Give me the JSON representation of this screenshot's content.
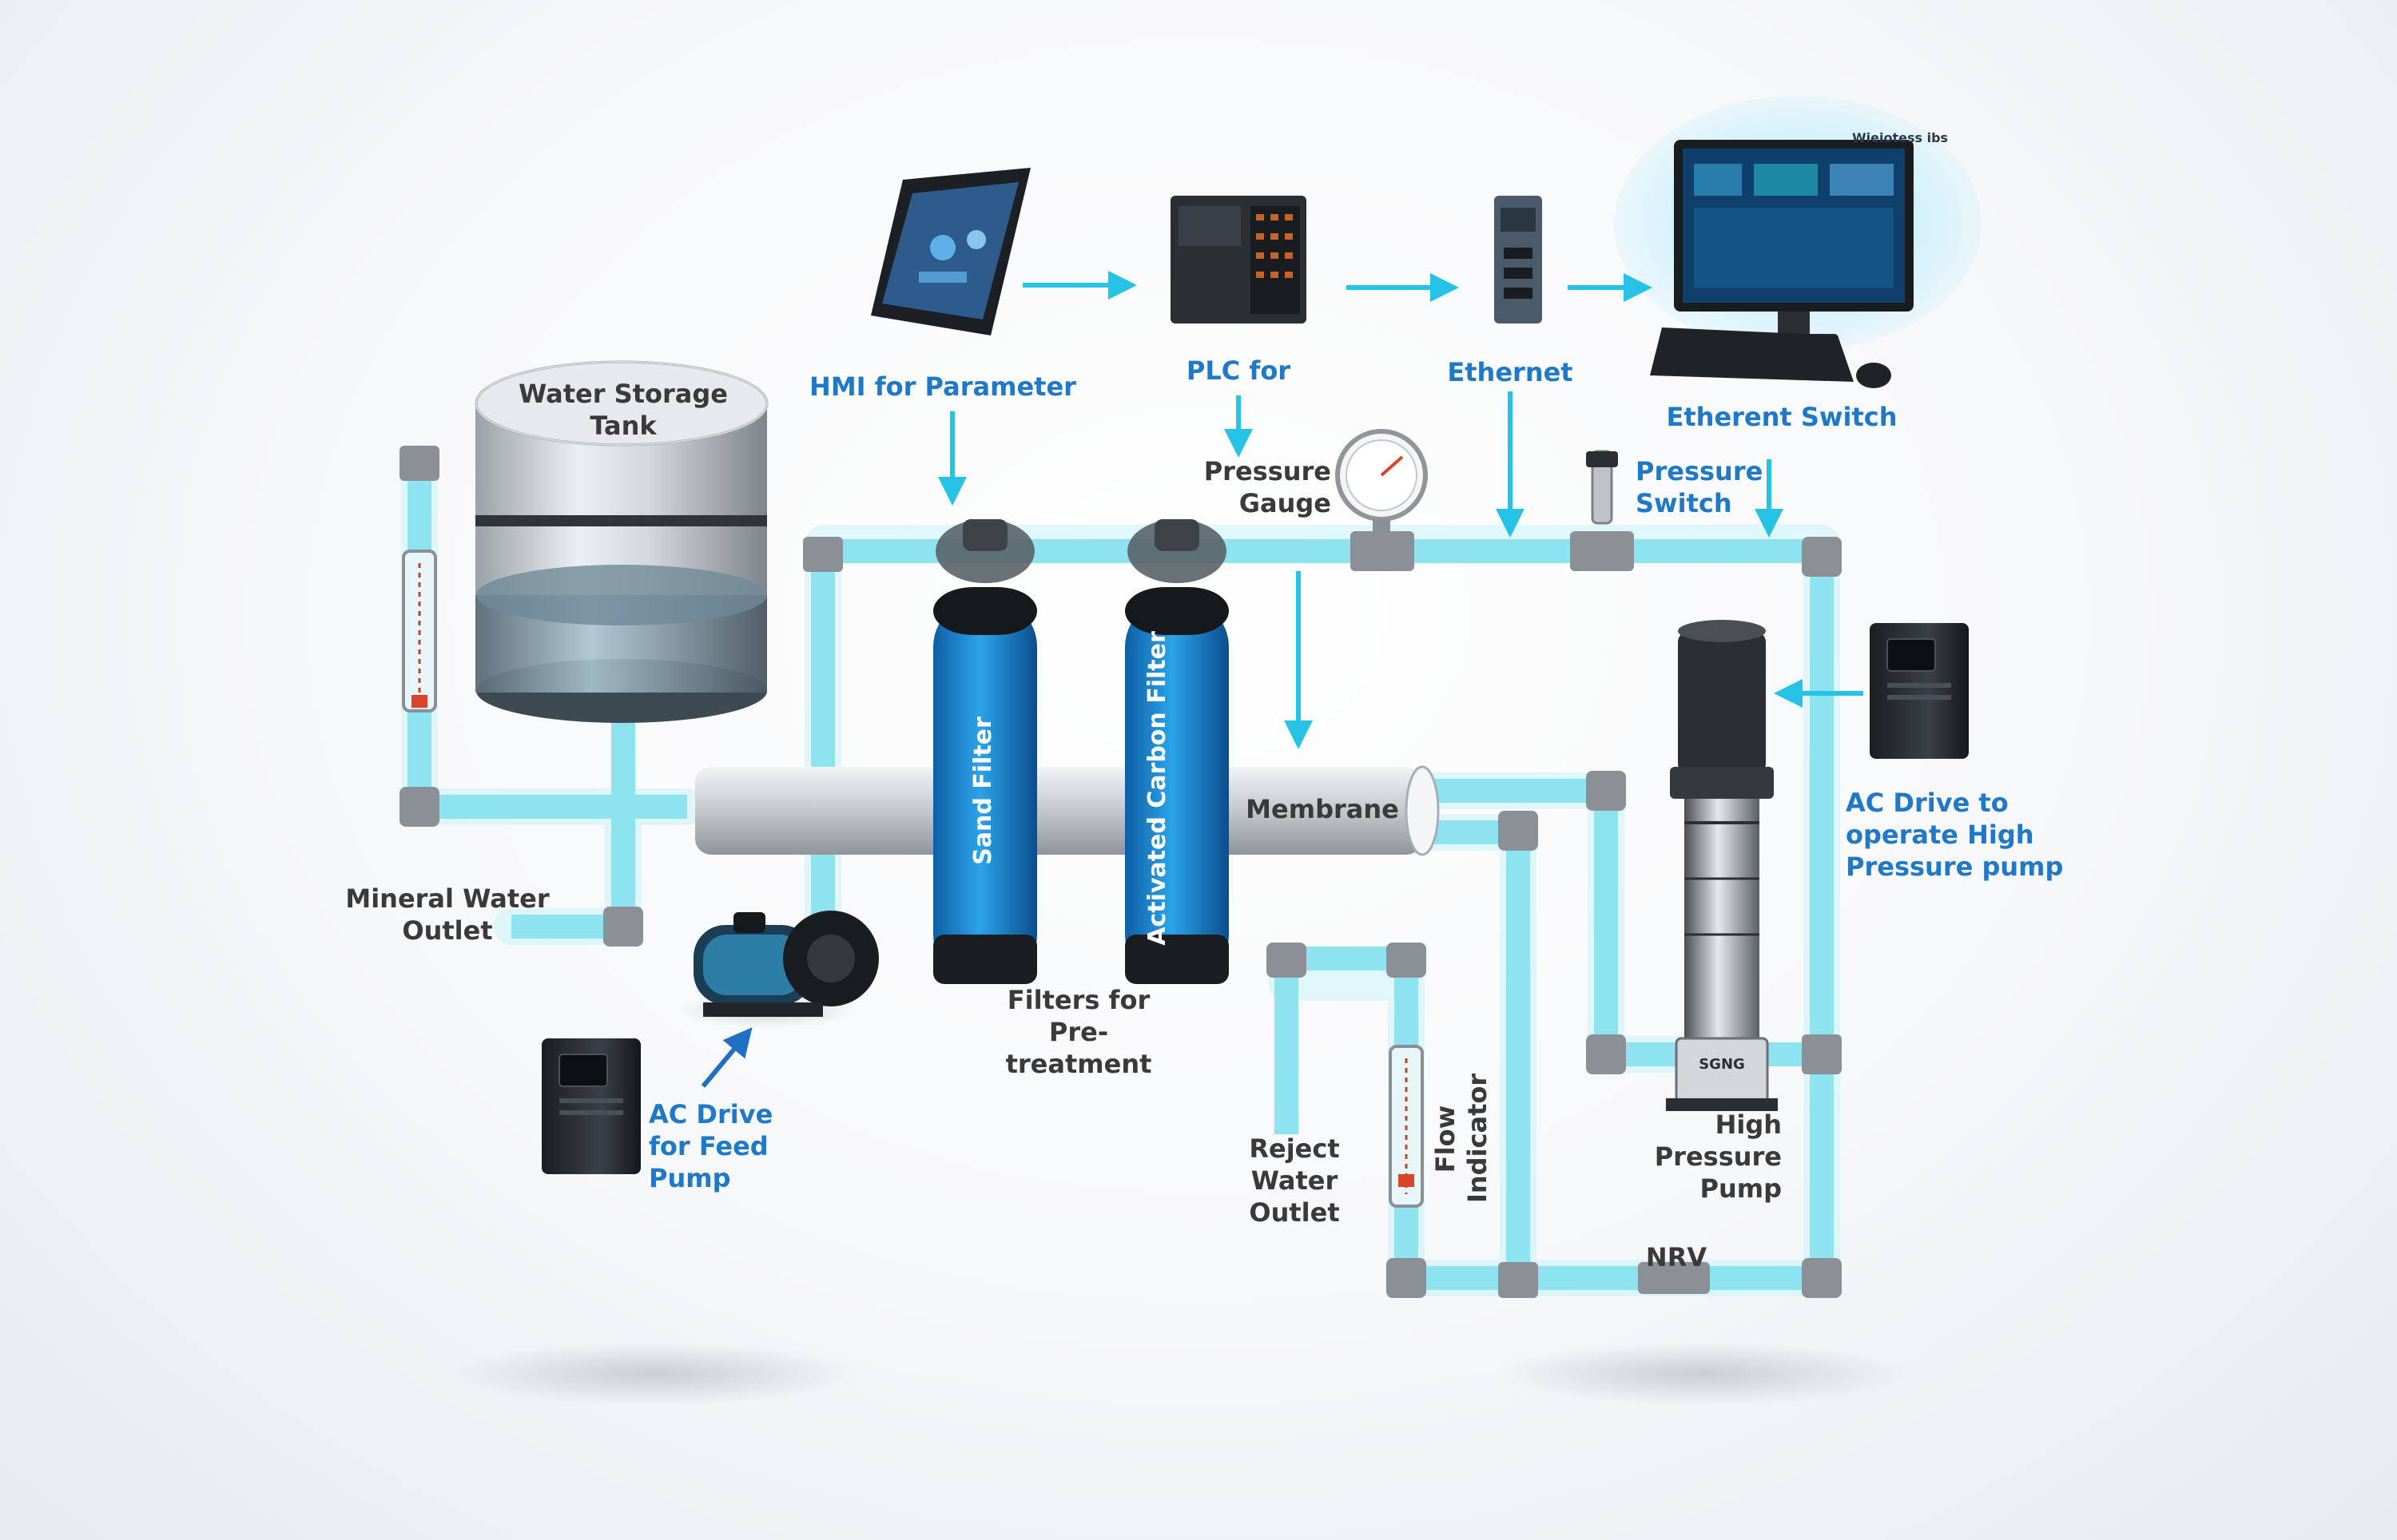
{
  "brand": "Wieiotess ibs",
  "labels": {
    "water_storage_tank": "Water Storage Tank",
    "mineral_water_outlet": "Mineral Water Outlet",
    "hmi": "HMI for Parameter",
    "plc": "PLC for",
    "ethernet": "Ethernet",
    "ethernet_switch": "Etherent Switch",
    "pressure_gauge": "Pressure Gauge",
    "pressure_switch": "Pressure Switch",
    "sand_filter": "Sand Filter",
    "activated_carbon_filter": "Activated Carbon Filter",
    "membrane": "Membrane",
    "filters_pretreatment": "Filters for Pre-treatment",
    "ac_drive_feed": "AC Drive for Feed Pump",
    "ac_drive_high": "AC Drive to operate High Pressure pump",
    "reject_water_outlet": "Reject Water Outlet",
    "flow_indicator": "Flow Indicator",
    "high_pressure_pump": "High Pressure Pump",
    "nrv": "NRV",
    "pump_badge": "SGNG"
  },
  "colors": {
    "pipe": "#8ee3f0",
    "pipe_glow": "#c9f4fa",
    "joint": "#8a9096",
    "arrow": "#27c3e6",
    "filter_blue": "#1f8fd6",
    "label_blue": "#1f78c8",
    "label_dark": "#3a3a3a"
  }
}
